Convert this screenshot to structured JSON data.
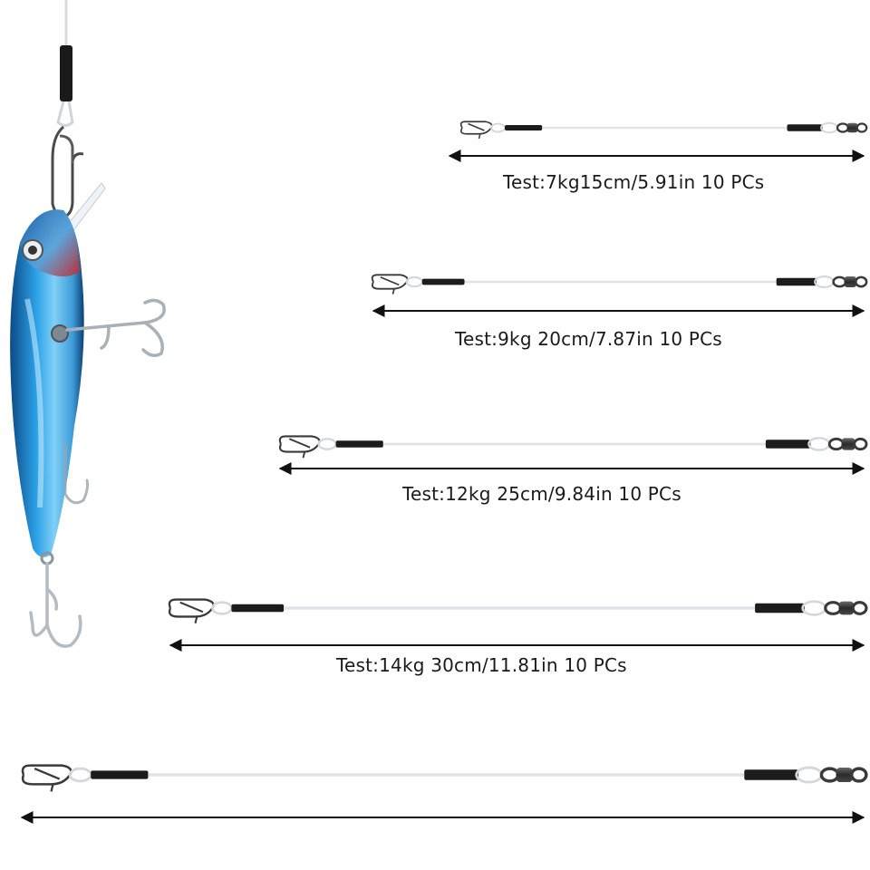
{
  "labels": [
    "Test:7kg15cm/5.91in 10 PCs",
    "Test:9kg 20cm/7.87in 10 PCs",
    "Test:12kg 25cm/9.84in 10 PCs",
    "Test:14kg 30cm/11.81in 10 PCs"
  ],
  "colors": {
    "sleeve": "#1c1c1c",
    "line": "#dfe3e6",
    "metal": "#3a3a3a",
    "lure_blue": "#2a8fd6",
    "lure_red": "#c8262a"
  }
}
